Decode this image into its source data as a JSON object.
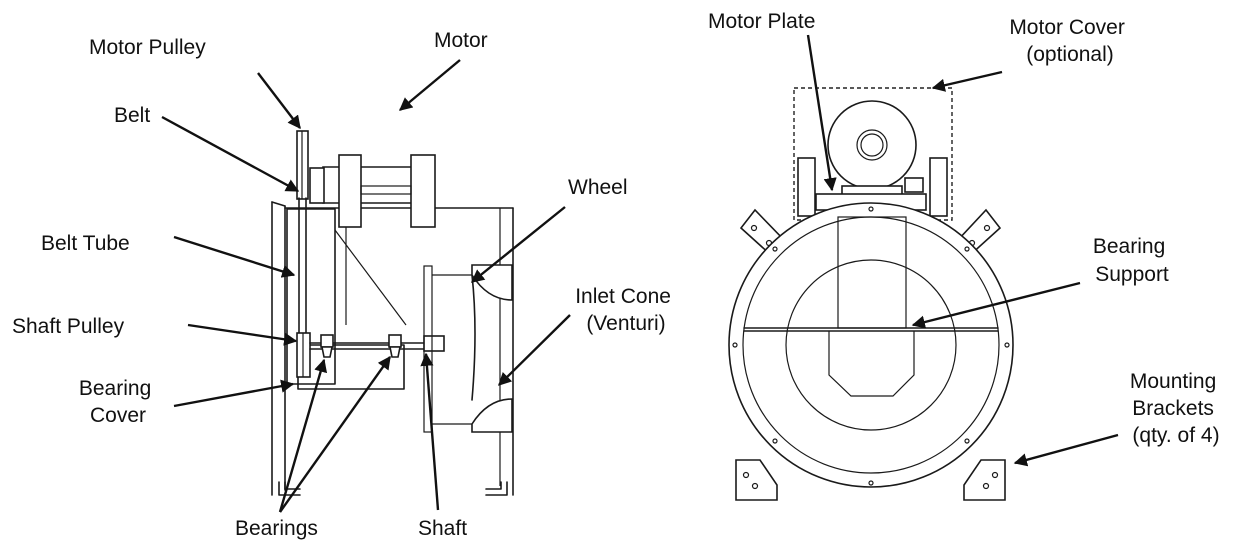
{
  "side_view": {
    "labels": {
      "motor_pulley": [
        "Motor Pulley"
      ],
      "motor": [
        "Motor"
      ],
      "belt": [
        "Belt"
      ],
      "belt_tube": [
        "Belt Tube"
      ],
      "wheel": [
        "Wheel"
      ],
      "shaft_pulley": [
        "Shaft Pulley"
      ],
      "inlet_cone": [
        "Inlet Cone",
        "(Venturi)"
      ],
      "bearing_cover": [
        "Bearing",
        "Cover"
      ],
      "bearings": [
        "Bearings"
      ],
      "shaft": [
        "Shaft"
      ]
    }
  },
  "front_view": {
    "labels": {
      "motor_plate": [
        "Motor Plate"
      ],
      "motor_cover": [
        "Motor Cover",
        "(optional)"
      ],
      "bearing_support": [
        "Bearing",
        "Support"
      ],
      "mounting_brackets": [
        "Mounting",
        "Brackets",
        "(qty. of 4)"
      ]
    }
  }
}
